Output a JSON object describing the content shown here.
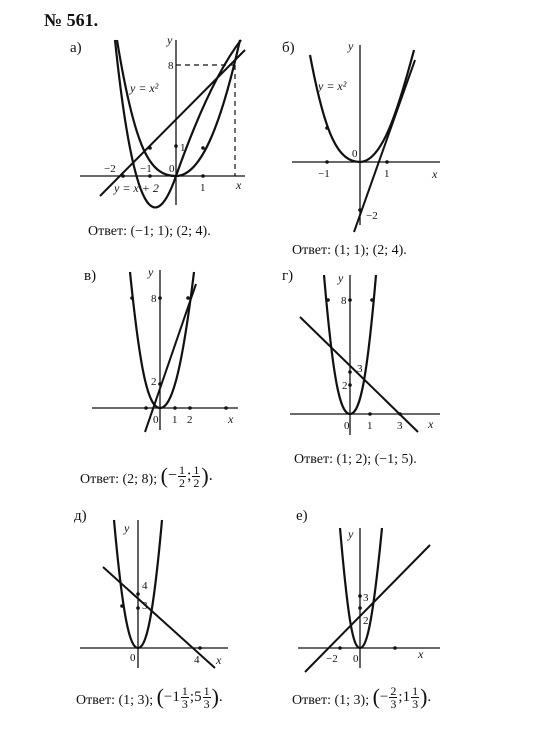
{
  "problem_number": "№ 561.",
  "axis_x": "x",
  "axis_y": "y",
  "panels": [
    {
      "label": "а)",
      "answer": "Ответ: (−1; 1); (2; 4).",
      "parabola": "y = x²",
      "line": "y = x + 2",
      "ticks": {
        "x_neg2": "−2",
        "x_neg1": "−1",
        "x_0": "0",
        "x_1": "1",
        "y_1": "1",
        "y_8": "8"
      }
    },
    {
      "label": "б)",
      "answer": "Ответ: (1; 1); (2; 4).",
      "parabola": "y = x²",
      "ticks": {
        "x_neg1": "−1",
        "x_0": "0",
        "x_1": "1",
        "y_neg2": "−2"
      }
    },
    {
      "label": "в)",
      "answer_prefix": "Ответ: (2; 8);",
      "answer_frac": {
        "sign": "−",
        "n1": "1",
        "d1": "2",
        "n2": "1",
        "d2": "2"
      },
      "ticks": {
        "x_0": "0",
        "x_1": "1",
        "x_2": "2",
        "y_2": "2",
        "y_8": "8"
      }
    },
    {
      "label": "г)",
      "answer": "Ответ: (1; 2); (−1; 5).",
      "ticks": {
        "x_0": "0",
        "x_1": "1",
        "x_3": "3",
        "y_2": "2",
        "y_3": "3",
        "y_8": "8"
      }
    },
    {
      "label": "д)",
      "answer_prefix": "Ответ: (1; 3);",
      "answer_frac": {
        "w1": "−1",
        "n1": "1",
        "d1": "3",
        "w2": "5",
        "n2": "1",
        "d2": "3"
      },
      "ticks": {
        "x_0": "0",
        "x_4": "4",
        "y_3": "3",
        "y_4": "4"
      }
    },
    {
      "label": "е)",
      "answer_prefix": "Ответ: (1; 3);",
      "answer_frac": {
        "sign": "−",
        "n1": "2",
        "d1": "3",
        "w2": "1",
        "n2": "1",
        "d2": "3"
      },
      "ticks": {
        "x_neg2": "−2",
        "x_0": "0",
        "y_2": "2",
        "y_3": "3"
      }
    }
  ]
}
